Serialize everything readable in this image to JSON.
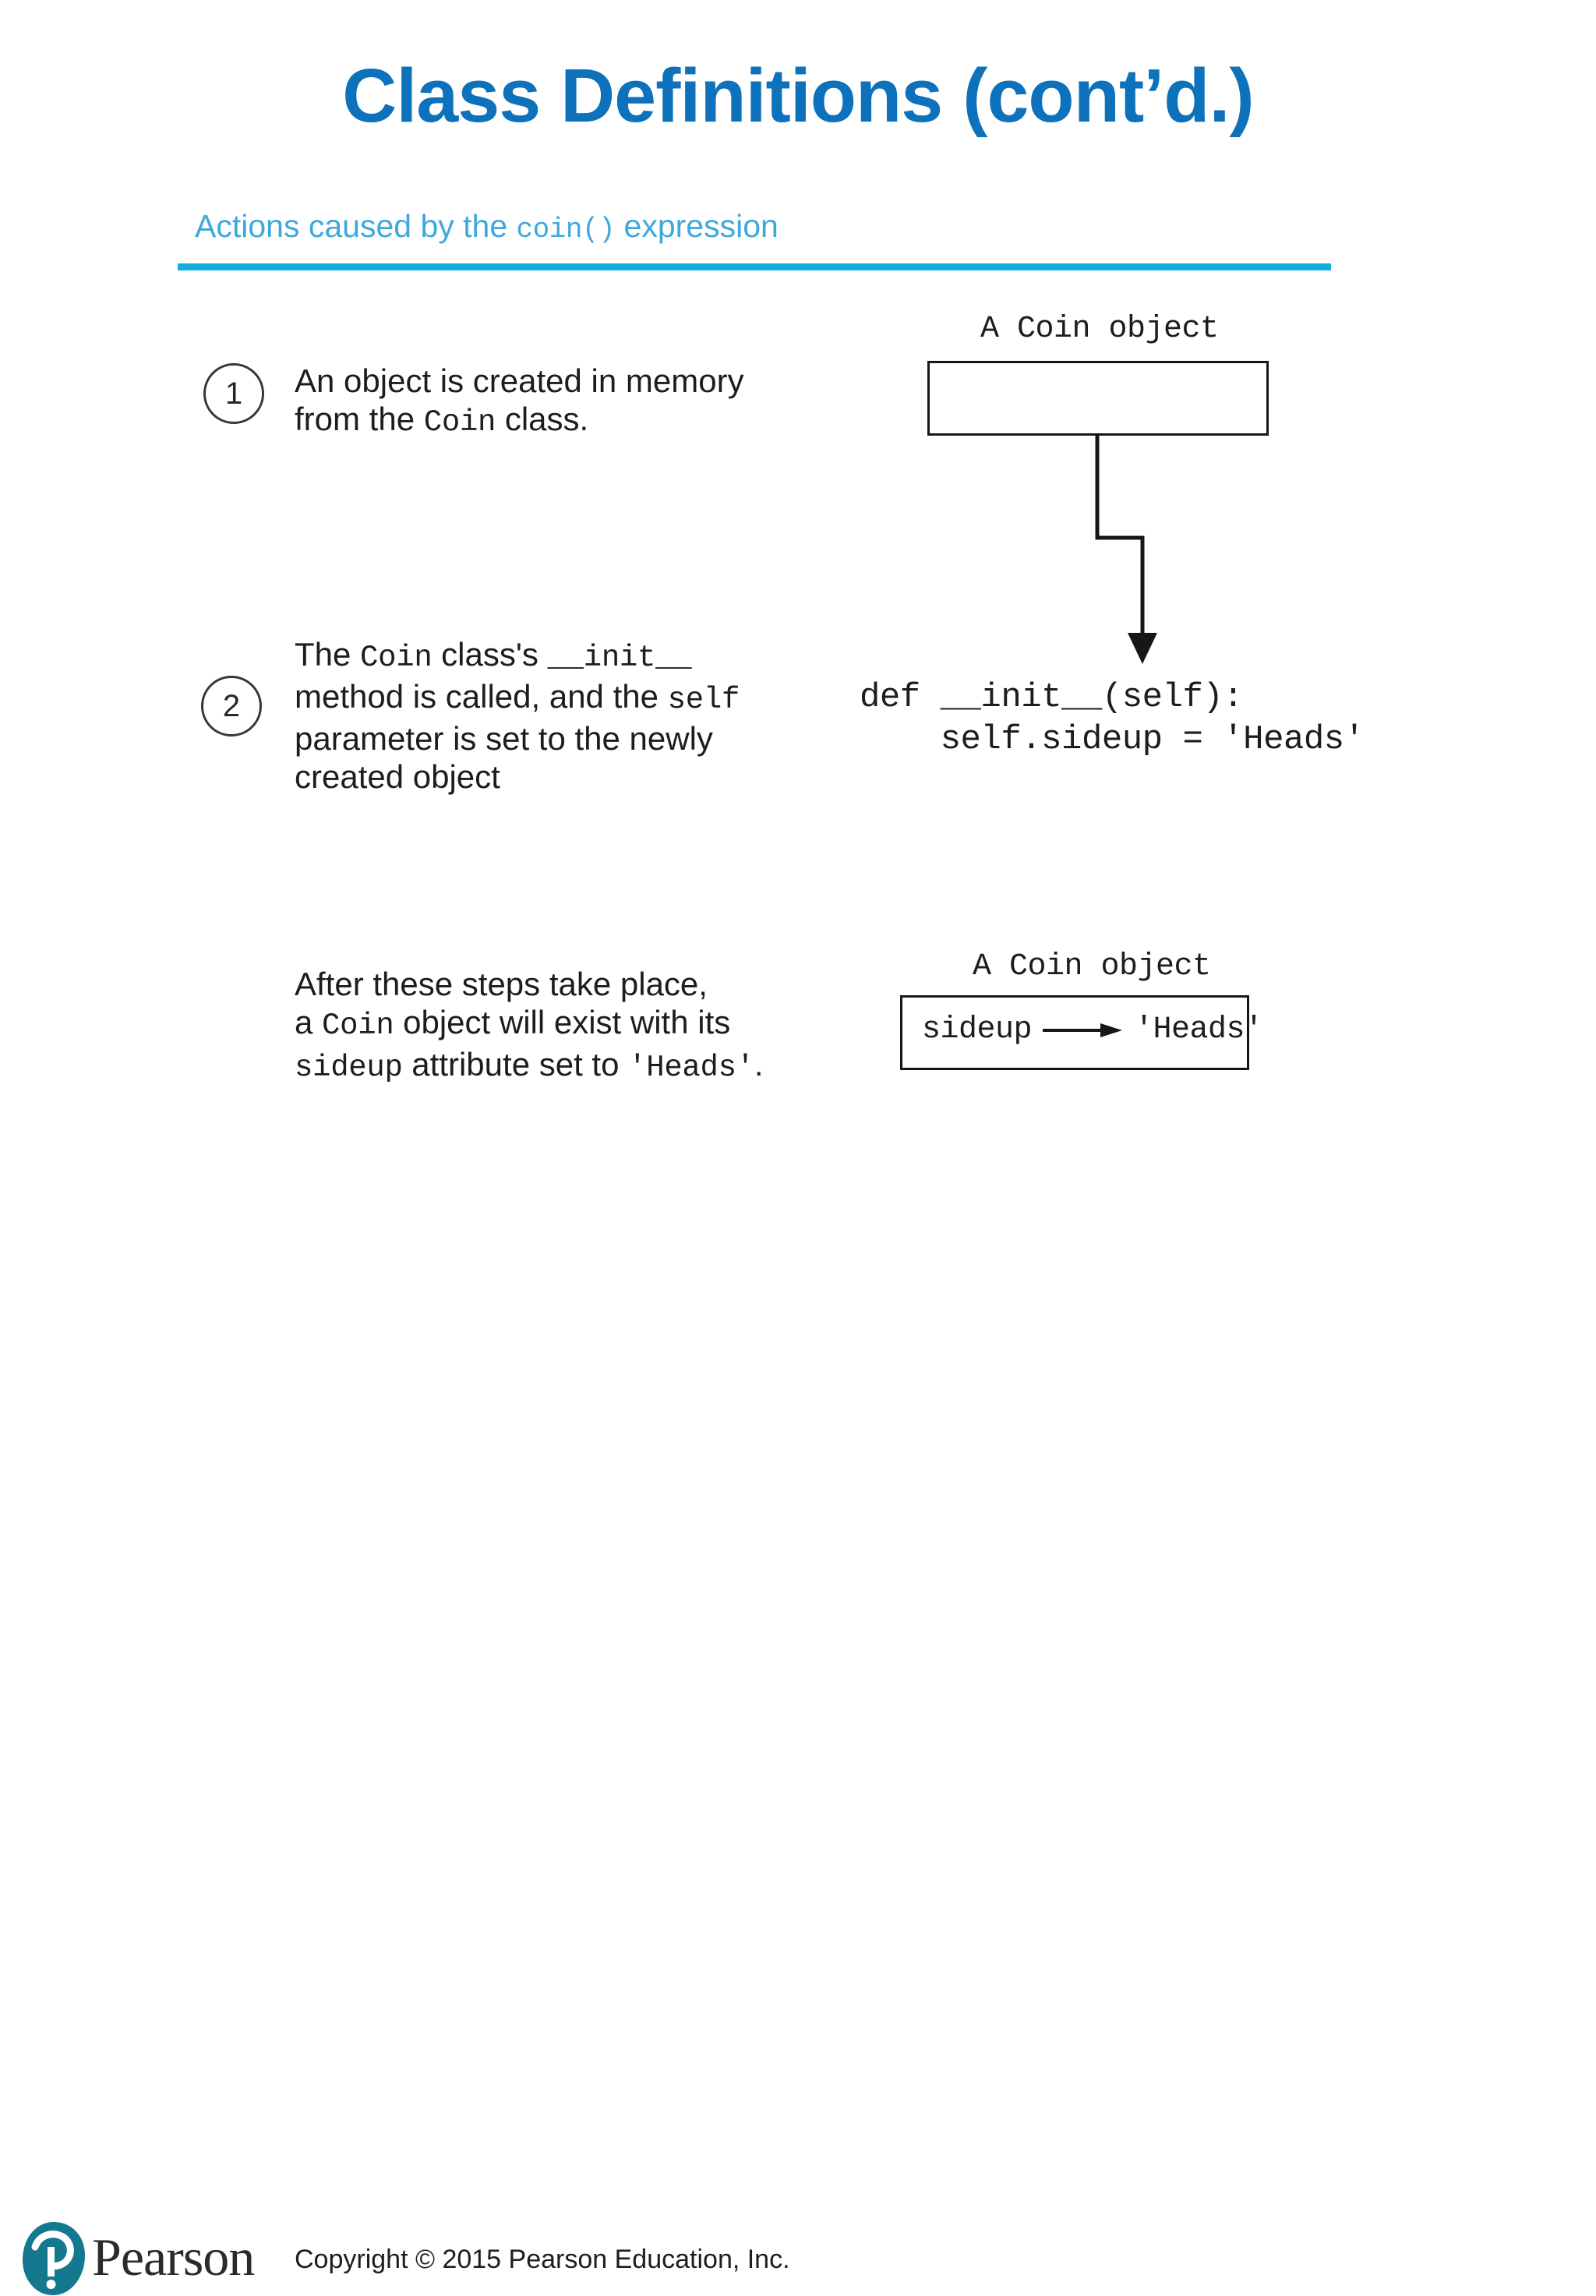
{
  "slide": {
    "title": "Class Definitions (cont’d.)",
    "title_color": "#0d71bb",
    "subtitle_prefix": "Actions caused by the ",
    "subtitle_code": "coin()",
    "subtitle_suffix": " expression",
    "subtitle_color": "#3ea8dd",
    "rule_color": "#12aee0"
  },
  "figure": {
    "steps": [
      {
        "number": "1",
        "text": "An object is created in memory\nfrom the Coin class."
      },
      {
        "number": "2",
        "text": "The Coin class's  __init__\nmethod is called, and the self\nparameter is set to the newly\ncreated object"
      }
    ],
    "summary_text": "After these steps take place,\na Coin object will exist with its\nsideup attribute set to 'Heads'.",
    "object_label_top": "A Coin object",
    "object_label_bottom": "A Coin object",
    "empty_box_contents": "",
    "attribute": {
      "name": "sideup",
      "arrow": "arrow-right",
      "value": "'Heads'"
    },
    "code": "def __init__(self):\n    self.sideup = 'Heads'"
  },
  "footer": {
    "brand": "Pearson",
    "copyright": "Copyright © 2015 Pearson Education, Inc.",
    "logo_color": "#14788f"
  }
}
